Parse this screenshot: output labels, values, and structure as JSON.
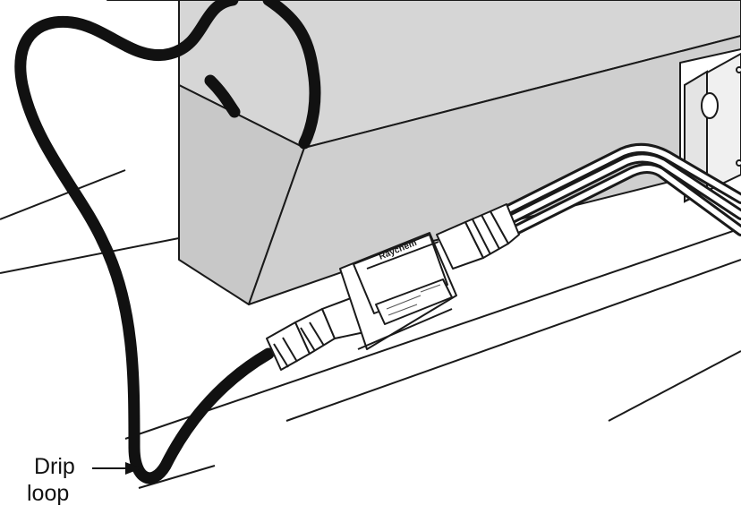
{
  "callout": {
    "line1": "Drip",
    "line2": "loop"
  },
  "product_marking": "Raychem",
  "colors": {
    "background": "#ffffff",
    "outline": "#1a1a1a",
    "roof_fill": "#d6d6d6",
    "gutter_fill": "#cccccc",
    "connector_fill": "#ffffff",
    "cable": "#111111"
  }
}
